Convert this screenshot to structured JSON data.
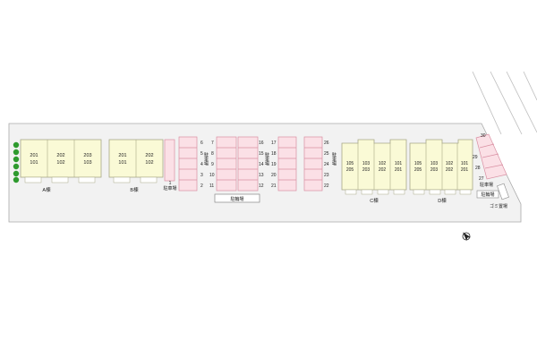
{
  "site": {
    "buildings": [
      {
        "id": "A",
        "label": "A棟",
        "units": [
          [
            "201",
            "101"
          ],
          [
            "202",
            "102"
          ],
          [
            "203",
            "103"
          ]
        ]
      },
      {
        "id": "B",
        "label": "B棟",
        "units": [
          [
            "201",
            "101"
          ],
          [
            "202",
            "102"
          ]
        ]
      },
      {
        "id": "C",
        "label": "C棟",
        "units": [
          [
            "105",
            "205"
          ],
          [
            "103",
            "203"
          ],
          [
            "102",
            "202"
          ],
          [
            "101",
            "201"
          ]
        ]
      },
      {
        "id": "D",
        "label": "D棟",
        "units": [
          [
            "105",
            "205"
          ],
          [
            "103",
            "203"
          ],
          [
            "102",
            "202"
          ],
          [
            "101",
            "201"
          ]
        ]
      }
    ],
    "parking_label": "駐車場",
    "bicycle_parking_label": "駐輪場",
    "garbage_label": "ゴミ置場",
    "parking_numbers": {
      "p1": "1",
      "col1": [
        "6",
        "5",
        "4",
        "3",
        "2"
      ],
      "col2": [
        "7",
        "8",
        "9",
        "10",
        "11"
      ],
      "col3": [
        "16",
        "15",
        "14",
        "13",
        "12"
      ],
      "col4": [
        "17",
        "18",
        "19",
        "20",
        "21"
      ],
      "col5": [
        "26",
        "25",
        "24",
        "23",
        "22"
      ],
      "right": [
        "30",
        "29",
        "28",
        "27"
      ]
    },
    "colors": {
      "parking_fill": "#fbe0e6",
      "parking_stroke": "#d98fa2",
      "building_fill": "#fafad6",
      "building_stroke": "#a8a888",
      "lot_fill": "#f2f2f2",
      "tree": "#2e9a2e"
    },
    "compass": "north-arrow"
  }
}
